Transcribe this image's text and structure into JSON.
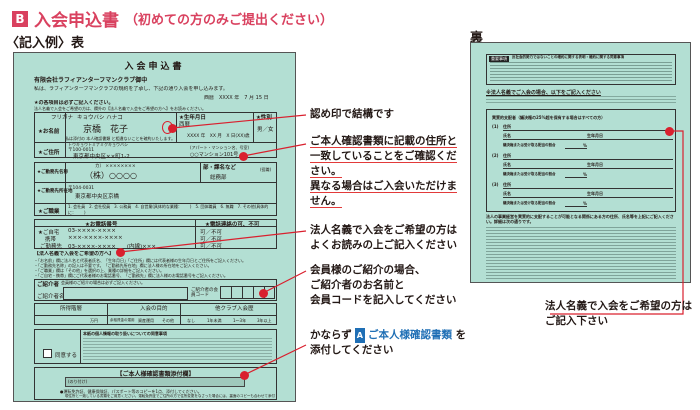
{
  "header": {
    "badge": "B",
    "title": "入会申込書",
    "subtitle": "（初めての方のみご提出ください）"
  },
  "front": {
    "label": "〈記入例〉表",
    "form_title": "入会申込書",
    "addressee": "有限会社ラフィアンターフマンクラブ御中",
    "intro": "私は、ラフィアンターフマンクラブの規約を了承し、下記の通り入会を申し込みます。",
    "date": "西暦　XXXX 年　7 月 15 日",
    "required_note": "★の各項目は必ずご記入ください。",
    "corp_note": "法人名義で入会をご希望の方は、欄外の【法人名義で入会をご希望の方へ】をお読みください。",
    "furigana": "フリガナ",
    "name_label": "★お名前",
    "name_value": "京橋　花子",
    "name_furigana": "キョウバシ ハナコ",
    "seal": "京橋",
    "dob_label": "★生年月日",
    "dob_era": "西暦",
    "dob_value": "XXXX 年　XX 月　X 日(XX)歳",
    "sex_label": "★性別",
    "sex_value": "男／女",
    "id_note": "私は添付の 本人確認書類 と相違ないことを確約いたします。",
    "address_label": "★ご住所",
    "address_furigana": "トウキョウトミナミクキョウバシ",
    "postal": "〒100-0011",
    "address_value": "東京都中央区××町1-2",
    "apartment_label": "(アパート・マンション名、号室)",
    "apartment_value": "○○マンション101号",
    "work_name_label": "★ご勤務先名称",
    "work_name_furigana": "カ） ××××××××",
    "work_name_value": "（株）○○○○",
    "position_label": "部・課名など",
    "position_tag": "(役職)",
    "position_value": "総務部",
    "work_addr_label": "★ご勤務先所在地",
    "work_addr_value": "東京都中央区京橋",
    "work_postal": "〒104-0031",
    "job_label": "★ご職業",
    "job_options": "1. 会社員　2. 会社役員　3. 公務員　4. 自営業(具体的な業種：　　)　5. 団体職員　6. 無職　7. その他(具体的に：　　)",
    "phone_header": "★お電話番号",
    "contact_header": "★電話連絡の可、不可",
    "home_label": "★ご自宅",
    "mobile_label": "携帯",
    "work_phone_label": "ご勤務先",
    "home_value": "03-××××-××××",
    "mobile_value": "×××-××××-××××",
    "work_phone_value": "03-××××-××××　　(内線)×××",
    "contact_ok": "可／不可",
    "corp_section_title": "【法人名義で入会をご希望の方へ】",
    "corp_lines": [
      "・「お名前」欄に法人名と代表者氏名、「生年月日」「ご住所」欄には代表者様の生年月日とご住所をご記入ください。",
      "・「ご勤務先名称」の記入は不要です。「ご勤務先所在地」欄に法人様の所在地をご記入ください。",
      "・「ご職業」欄は「その他」を選択の上、業種の詳細をご記入ください。",
      "・「ご自宅・携帯」欄にご代表者様のお電話番号、「ご勤務先」欄に法人様のお電話番号をご記入ください。"
    ],
    "referrer_label": "ご紹介者",
    "referrer_note": "会員様のご紹介の場合は必ずご記入ください。",
    "referrer_name_label": "ご紹介者名",
    "referrer_code_label": "ご紹介者の会員コード",
    "fees_headers": [
      "所得階層",
      "入会の目的",
      "他クラブ入会歴"
    ],
    "fees_cells": [
      "万円",
      "余裕資金の運用",
      "資産運用",
      "その他",
      "なし",
      "1年未満",
      "1〜3年",
      "3年以上"
    ],
    "consent_text": "本紙の個人情報の取り扱いについての同意事項",
    "consent_checkbox": "同意する",
    "attach_title": "【ご本人様確認書類添付欄】",
    "attach_placeholder": "(のり付け)",
    "attach_note": "●運転免許証、健康保険証、パスポート等のコピーを1点、添付してください。",
    "attach_note2": "現住所と一致している書類をご用意ください。運転免許証でご住所の方で住所変更をなさった場合には、裏面のコピーも合わせて添付してください。"
  },
  "back": {
    "label": "裏",
    "notice_tag": "重要事項",
    "notice_title": "反社会的勢力ではないことの確約に関する表明・確約に関する同意事項",
    "corp_title": "※法人名義でご入会の場合、以下をご記入ください",
    "owner_title": "実質的支配者（議決権の25%超を保有する場合はすべての方）",
    "entries": [
      {
        "no": "(1)",
        "address": "住所",
        "name": "氏名",
        "dob": "生年月日",
        "ratio": "議決権または受け取る配当の割合",
        "pct": "%"
      },
      {
        "no": "(2)",
        "address": "住所",
        "name": "氏名",
        "dob": "生年月日",
        "ratio": "議決権または受け取る配当の割合",
        "pct": "%"
      },
      {
        "no": "(3)",
        "address": "住所",
        "name": "氏名",
        "dob": "生年月日",
        "ratio": "議決権または受け取る配当の割合",
        "pct": "%"
      }
    ],
    "footer": "法人の事業経営を実質的に支配することが可能となる関係にある方の住所、氏名等を上記にご記入ください。詳細は次の通りです。"
  },
  "callouts": {
    "seal": "認め印で結構です",
    "address": [
      "ご本人確認書類に記載の住所と",
      "一致していることをご確認くだ",
      "さい。",
      "異なる場合はご入会いただけま",
      "せん。"
    ],
    "corp": [
      "法人名義で入会をご希望の方は",
      "よくお読みの上ご記入ください"
    ],
    "referrer": [
      "会員様のご紹介の場合、",
      "ご紹介者のお名前と",
      "会員コードを記入してください"
    ],
    "attach_pre": "かならず",
    "attach_badge": "A",
    "attach_link": "ご本人様確認書類",
    "attach_post": "を",
    "attach_line2": "添付してください",
    "back": [
      "法人名義で入会をご希望の方は",
      "ご記入下さい"
    ]
  },
  "colors": {
    "title": "#d9415f",
    "form_bg": "#b3dfd3",
    "callout_red": "#d9202e",
    "link_blue": "#1f6fb5"
  }
}
